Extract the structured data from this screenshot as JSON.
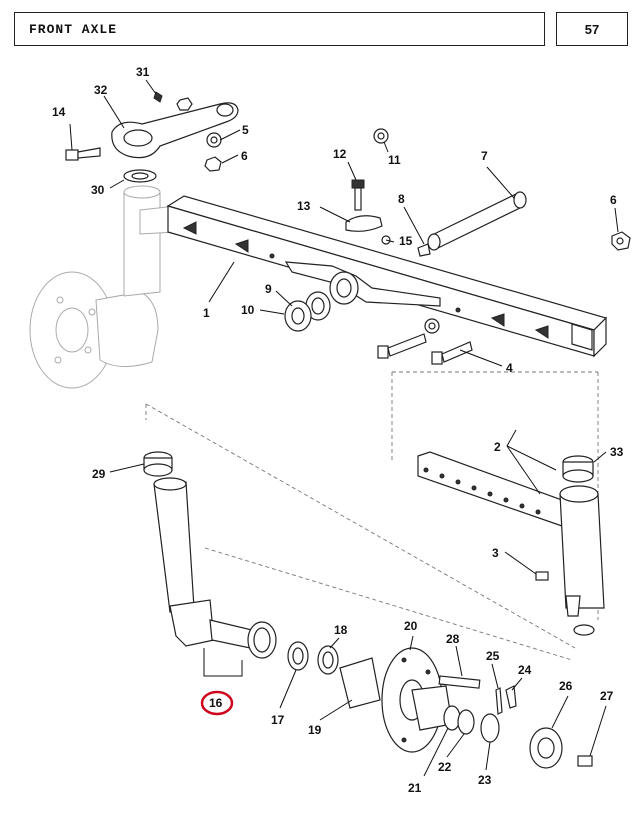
{
  "header": {
    "title": "FRONT AXLE",
    "page_number": "57"
  },
  "callouts": [
    {
      "id": "c1",
      "label": "1"
    },
    {
      "id": "c2",
      "label": "2"
    },
    {
      "id": "c3",
      "label": "3"
    },
    {
      "id": "c4",
      "label": "4"
    },
    {
      "id": "c5",
      "label": "5"
    },
    {
      "id": "c6a",
      "label": "6"
    },
    {
      "id": "c6b",
      "label": "6"
    },
    {
      "id": "c7",
      "label": "7"
    },
    {
      "id": "c8",
      "label": "8"
    },
    {
      "id": "c9",
      "label": "9"
    },
    {
      "id": "c10",
      "label": "10"
    },
    {
      "id": "c11",
      "label": "11"
    },
    {
      "id": "c12",
      "label": "12"
    },
    {
      "id": "c13",
      "label": "13"
    },
    {
      "id": "c14",
      "label": "14"
    },
    {
      "id": "c15",
      "label": "15"
    },
    {
      "id": "c16",
      "label": "16"
    },
    {
      "id": "c17",
      "label": "17"
    },
    {
      "id": "c18",
      "label": "18"
    },
    {
      "id": "c19",
      "label": "19"
    },
    {
      "id": "c20",
      "label": "20"
    },
    {
      "id": "c21",
      "label": "21"
    },
    {
      "id": "c22",
      "label": "22"
    },
    {
      "id": "c23",
      "label": "23"
    },
    {
      "id": "c24",
      "label": "24"
    },
    {
      "id": "c25",
      "label": "25"
    },
    {
      "id": "c26",
      "label": "26"
    },
    {
      "id": "c27",
      "label": "27"
    },
    {
      "id": "c28",
      "label": "28"
    },
    {
      "id": "c29",
      "label": "29"
    },
    {
      "id": "c30",
      "label": "30"
    },
    {
      "id": "c31",
      "label": "31"
    },
    {
      "id": "c32",
      "label": "32"
    },
    {
      "id": "c33",
      "label": "33"
    }
  ],
  "highlight": {
    "callout": "16",
    "color": "#d0021b"
  }
}
